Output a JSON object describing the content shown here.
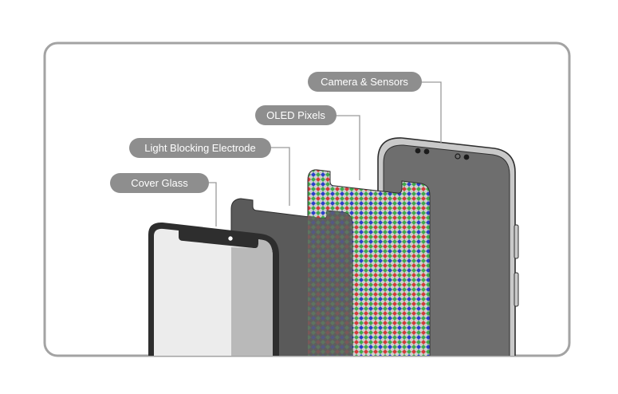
{
  "labels": {
    "cover_glass": "Cover Glass",
    "light_blocking_electrode": "Light Blocking Electrode",
    "oled_pixels": "OLED Pixels",
    "camera_sensors": "Camera & Sensors"
  },
  "colors": {
    "frame_border": "#a3a3a3",
    "label_bg": "#8e8e8e",
    "label_text": "#ffffff",
    "leader_line": "#9a9a9a",
    "phone_body": "#6e6e6e",
    "phone_edge": "#c9c9c9",
    "electrode": "#5a5a5a",
    "pixel_bg": "#cfcfcf",
    "pixel_red": "#d23a3a",
    "pixel_green": "#3fa84a",
    "pixel_blue": "#2b3fc9",
    "glass_light": "#ececec",
    "glass_dark": "#b9b9b9",
    "outline": "#2e2e2e"
  }
}
